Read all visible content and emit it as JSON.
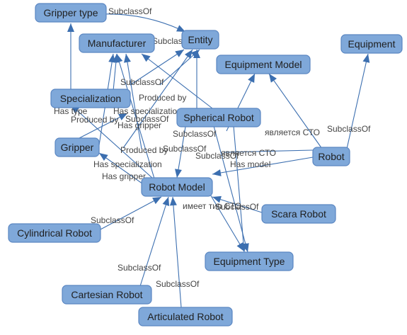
{
  "colors": {
    "node_fill": "#7fa8d9",
    "node_border": "#5a86c2",
    "edge": "#3c6fb0",
    "label_text": "#444444"
  },
  "nodes": {
    "gripper_type": "Gripper type",
    "manufacturer": "Manufacturer",
    "entity": "Entity",
    "equipment_model": "Equipment Model",
    "equipment": "Equipment",
    "specialization": "Specialization",
    "spherical_robot": "Spherical Robot",
    "gripper": "Gripper",
    "robot": "Robot",
    "robot_model": "Robot Model",
    "scara_robot": "Scara Robot",
    "cylindrical_robot": "Cylindrical Robot",
    "equipment_type": "Equipment Type",
    "cartesian_robot": "Cartesian Robot",
    "articulated_robot": "Articulated Robot"
  },
  "edge_labels": {
    "gt_entity": "SubclassOf",
    "manu_entity": "SubclassOf",
    "spec_entity": "SubclassOf",
    "produced_by_1": "Produced by",
    "has_type": "Has type",
    "has_spec_1": "Has specialization",
    "produced_by_2": "Produced by",
    "subclass_of_2": "SubclassOf",
    "has_gripper_1": "Has gripper",
    "sph_subclass": "SubclassOf",
    "produced_by_3": "Produced by",
    "subclass_of_3": "SubclassOf",
    "subclass_of_4": "SubclassOf",
    "robot_is_sto": "является СТО",
    "robot_subclass": "SubclassOf",
    "is_sto": "является СТО",
    "has_model": "Has model",
    "has_spec_2": "Has specialization",
    "has_gripper_2": "Has gripper",
    "has_type_sto": "имеет тип СТО",
    "scara_subclass": "SubclassOf",
    "cyl_subclass": "SubclassOf",
    "cart_subclass": "SubclassOf",
    "art_subclass": "SubclassOf"
  }
}
